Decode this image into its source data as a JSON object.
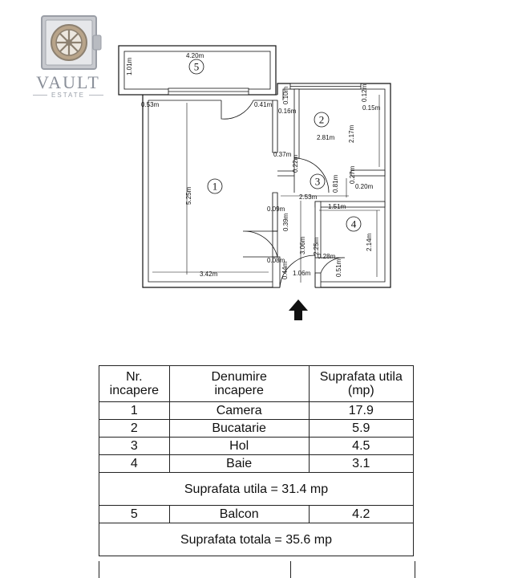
{
  "logo": {
    "name": "VAULT",
    "sub": "ESTATE"
  },
  "plan": {
    "rooms": [
      {
        "id": "1"
      },
      {
        "id": "2"
      },
      {
        "id": "3"
      },
      {
        "id": "4"
      },
      {
        "id": "5"
      }
    ],
    "dimensions": {
      "balcony_width": "4.20m",
      "balcony_depth": "1.01m",
      "d_053": "0.53m",
      "d_041": "0.41m",
      "d_010": "0.10m",
      "d_016": "0.16m",
      "d_012": "0.12m",
      "d_015": "0.15m",
      "kitchen_width": "2.81m",
      "kitchen_height": "2.17m",
      "d_037": "0.37m",
      "d_022": "0.22m",
      "d_027": "0.27m",
      "d_081": "0.81m",
      "d_020": "0.20m",
      "hall_width": "2.53m",
      "room1_height": "5.25m",
      "room1_width": "3.42m",
      "d_009": "0.09m",
      "d_039": "0.39m",
      "d_306": "3.06m",
      "bath_width": "1.51m",
      "bath_height": "2.14m",
      "d_225": "2.25m",
      "d_008": "0.08m",
      "d_028": "0.28m",
      "d_051": "0.51m",
      "d_044": "0.44m",
      "entry_width": "1.06m"
    }
  },
  "table": {
    "header": {
      "nr": "Nr.\nincapere",
      "name": "Denumire\nincapere",
      "area": "Suprafata utila\n(mp)"
    },
    "rows": [
      {
        "nr": "1",
        "name": "Camera",
        "area": "17.9"
      },
      {
        "nr": "2",
        "name": "Bucatarie",
        "area": "5.9"
      },
      {
        "nr": "3",
        "name": "Hol",
        "area": "4.5"
      },
      {
        "nr": "4",
        "name": "Baie",
        "area": "3.1"
      }
    ],
    "subtotal": "Suprafata utila = 31.4 mp",
    "balcony_row": {
      "nr": "5",
      "name": "Balcon",
      "area": "4.2"
    },
    "total": "Suprafata totala = 35.6 mp"
  }
}
